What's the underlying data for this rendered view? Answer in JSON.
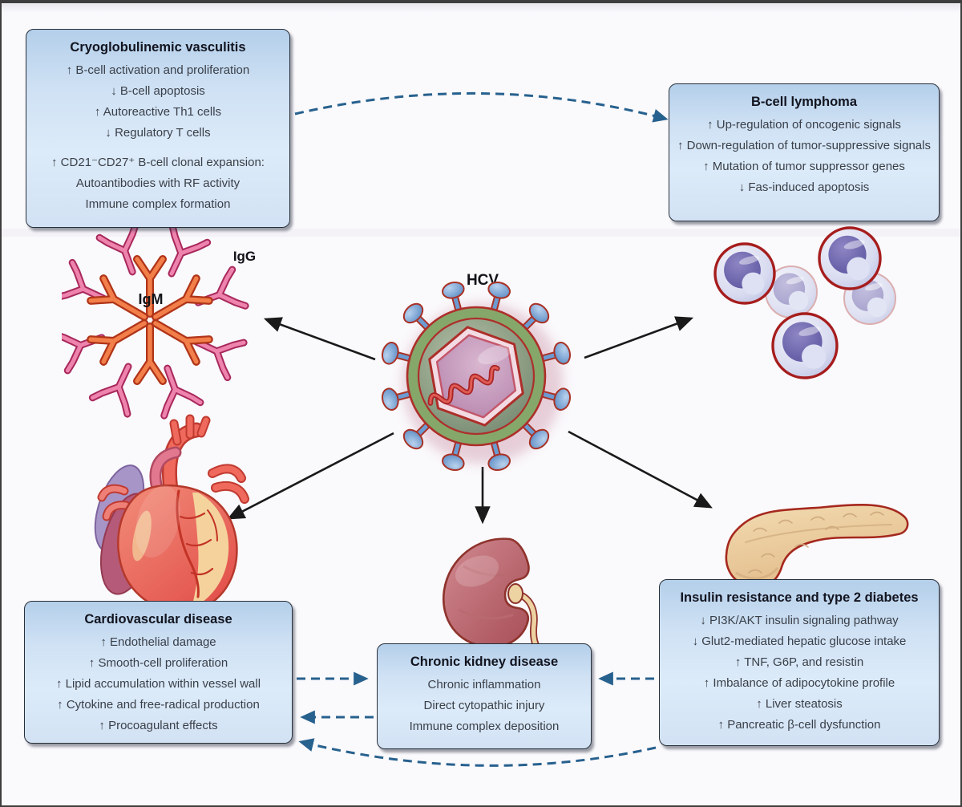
{
  "labels": {
    "hcv": "HCV",
    "igg": "IgG",
    "igm": "IgM"
  },
  "boxes": {
    "cryoglobulinemic_vasculitis": {
      "title": "Cryoglobulinemic vasculitis",
      "lines": [
        "↑ B-cell activation and proliferation",
        "↓ B-cell apoptosis",
        "↑ Autoreactive Th1 cells",
        "↓ Regulatory T cells"
      ],
      "lines2": [
        "↑ CD21⁻CD27⁺ B-cell clonal expansion:",
        "Autoantibodies with RF activity",
        "Immune complex formation"
      ]
    },
    "b_cell_lymphoma": {
      "title": "B-cell lymphoma",
      "lines": [
        "↑ Up-regulation of oncogenic signals",
        "↑ Down-regulation of tumor-suppressive signals",
        "↑ Mutation of tumor suppressor genes",
        "↓ Fas-induced apoptosis"
      ]
    },
    "cardiovascular_disease": {
      "title": "Cardiovascular disease",
      "lines": [
        "↑ Endothelial damage",
        "↑ Smooth-cell proliferation",
        "↑ Lipid accumulation within vessel wall",
        "↑ Cytokine and free-radical production",
        "↑ Procoagulant effects"
      ]
    },
    "chronic_kidney_disease": {
      "title": "Chronic kidney disease",
      "lines": [
        "Chronic inflammation",
        "Direct cytopathic injury",
        "Immune complex deposition"
      ]
    },
    "insulin_resistance": {
      "title": "Insulin resistance and type 2 diabetes",
      "lines": [
        "↓ PI3K/AKT insulin signaling pathway",
        "↓ Glut2-mediated hepatic glucose intake",
        "↑ TNF, G6P, and resistin",
        "↑ Imbalance of adipocytokine profile",
        "↑ Liver steatosis",
        "↑ Pancreatic β-cell dysfunction"
      ]
    }
  },
  "colors": {
    "box_border": "#272f3a",
    "box_gradient_top": "#b4cfea",
    "box_gradient_bottom": "#d2e2f4",
    "dashed_arrow_blue": "#27618e",
    "solid_arrow_black": "#1a1a1a",
    "virus_envelope_green": "#86a76a",
    "virus_outline_red": "#ad2f2a",
    "capsid_pink": "#f3dbe4",
    "igm_orange": "#f27e4a",
    "igg_pink": "#ee84ad",
    "bcell_purple": "#5d55a0",
    "heart_red": "#e2504a",
    "kidney_red": "#a84f58",
    "pancreas_tan": "#ecd2a4"
  }
}
